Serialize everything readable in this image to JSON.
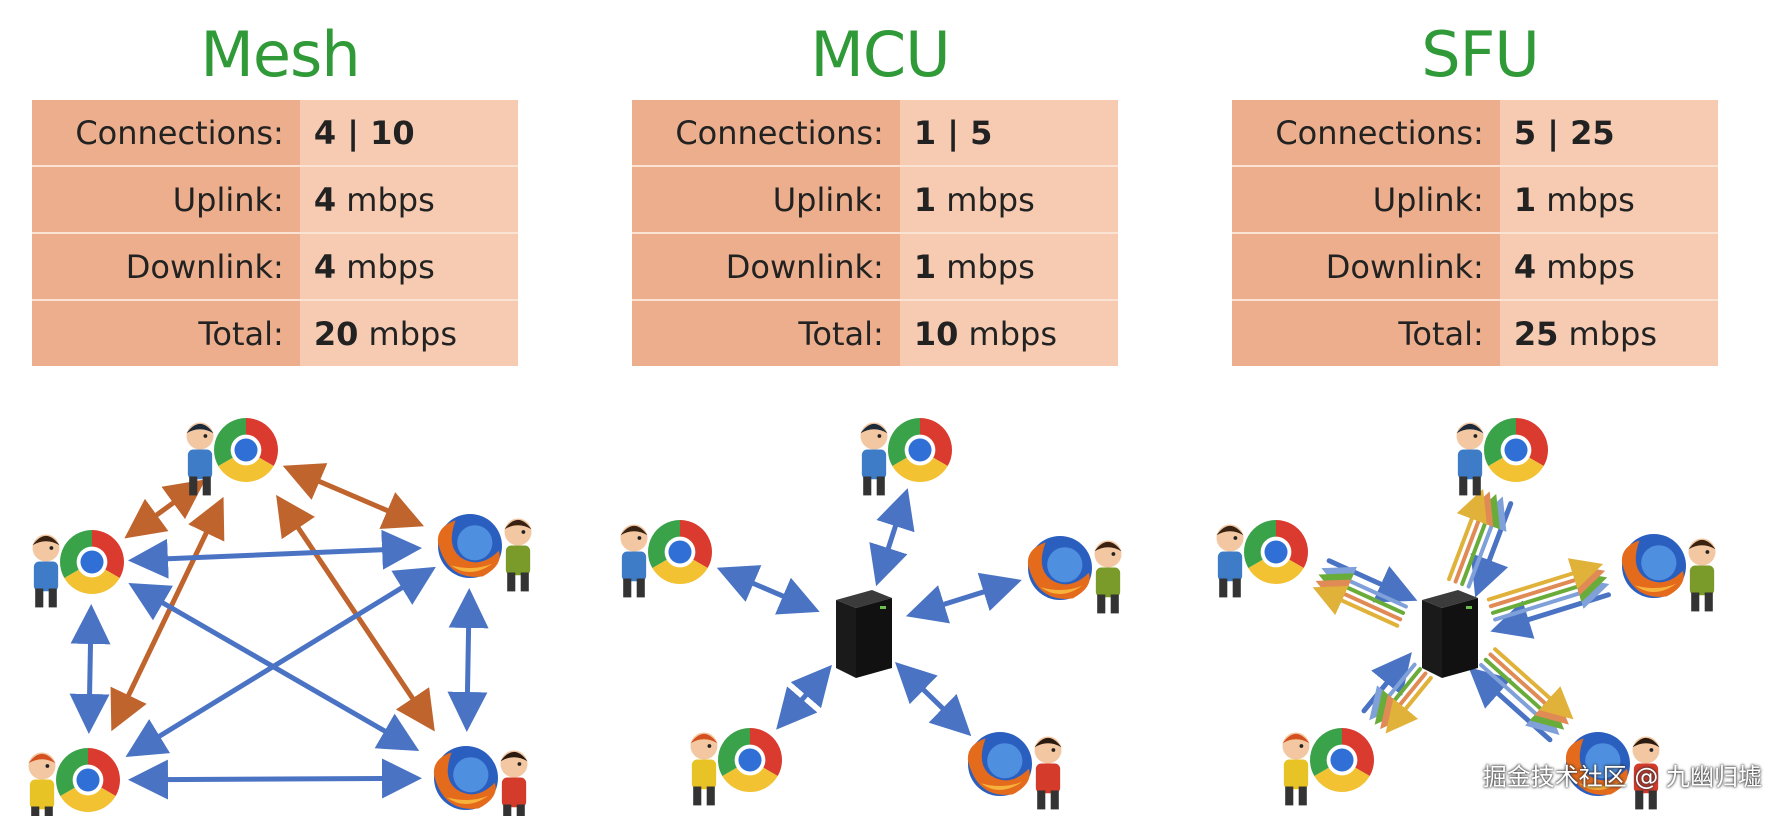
{
  "panels": [
    {
      "title": "Mesh",
      "stats": [
        {
          "label": "Connections:",
          "value_bold": "4 | 10",
          "value_rest": ""
        },
        {
          "label": "Uplink:",
          "value_bold": "4",
          "value_rest": " mbps"
        },
        {
          "label": "Downlink:",
          "value_bold": "4",
          "value_rest": " mbps"
        },
        {
          "label": "Total:",
          "value_bold": "20",
          "value_rest": " mbps"
        }
      ]
    },
    {
      "title": "MCU",
      "stats": [
        {
          "label": "Connections:",
          "value_bold": "1 | 5",
          "value_rest": ""
        },
        {
          "label": "Uplink:",
          "value_bold": "1",
          "value_rest": " mbps"
        },
        {
          "label": "Downlink:",
          "value_bold": "1",
          "value_rest": " mbps"
        },
        {
          "label": "Total:",
          "value_bold": "10",
          "value_rest": " mbps"
        }
      ]
    },
    {
      "title": "SFU",
      "stats": [
        {
          "label": "Connections:",
          "value_bold": "5 | 25",
          "value_rest": ""
        },
        {
          "label": "Uplink:",
          "value_bold": "1",
          "value_rest": " mbps"
        },
        {
          "label": "Downlink:",
          "value_bold": "4",
          "value_rest": " mbps"
        },
        {
          "label": "Total:",
          "value_bold": "25",
          "value_rest": " mbps"
        }
      ]
    }
  ],
  "watermark": "掘金技术社区 @ 九幽归墟",
  "colors": {
    "title": "#2f9a37",
    "label_cell": "#ecae8c",
    "value_cell": "#f6cbb1",
    "arrow_blue": "#4a73c4",
    "arrow_orange": "#c0642e"
  }
}
